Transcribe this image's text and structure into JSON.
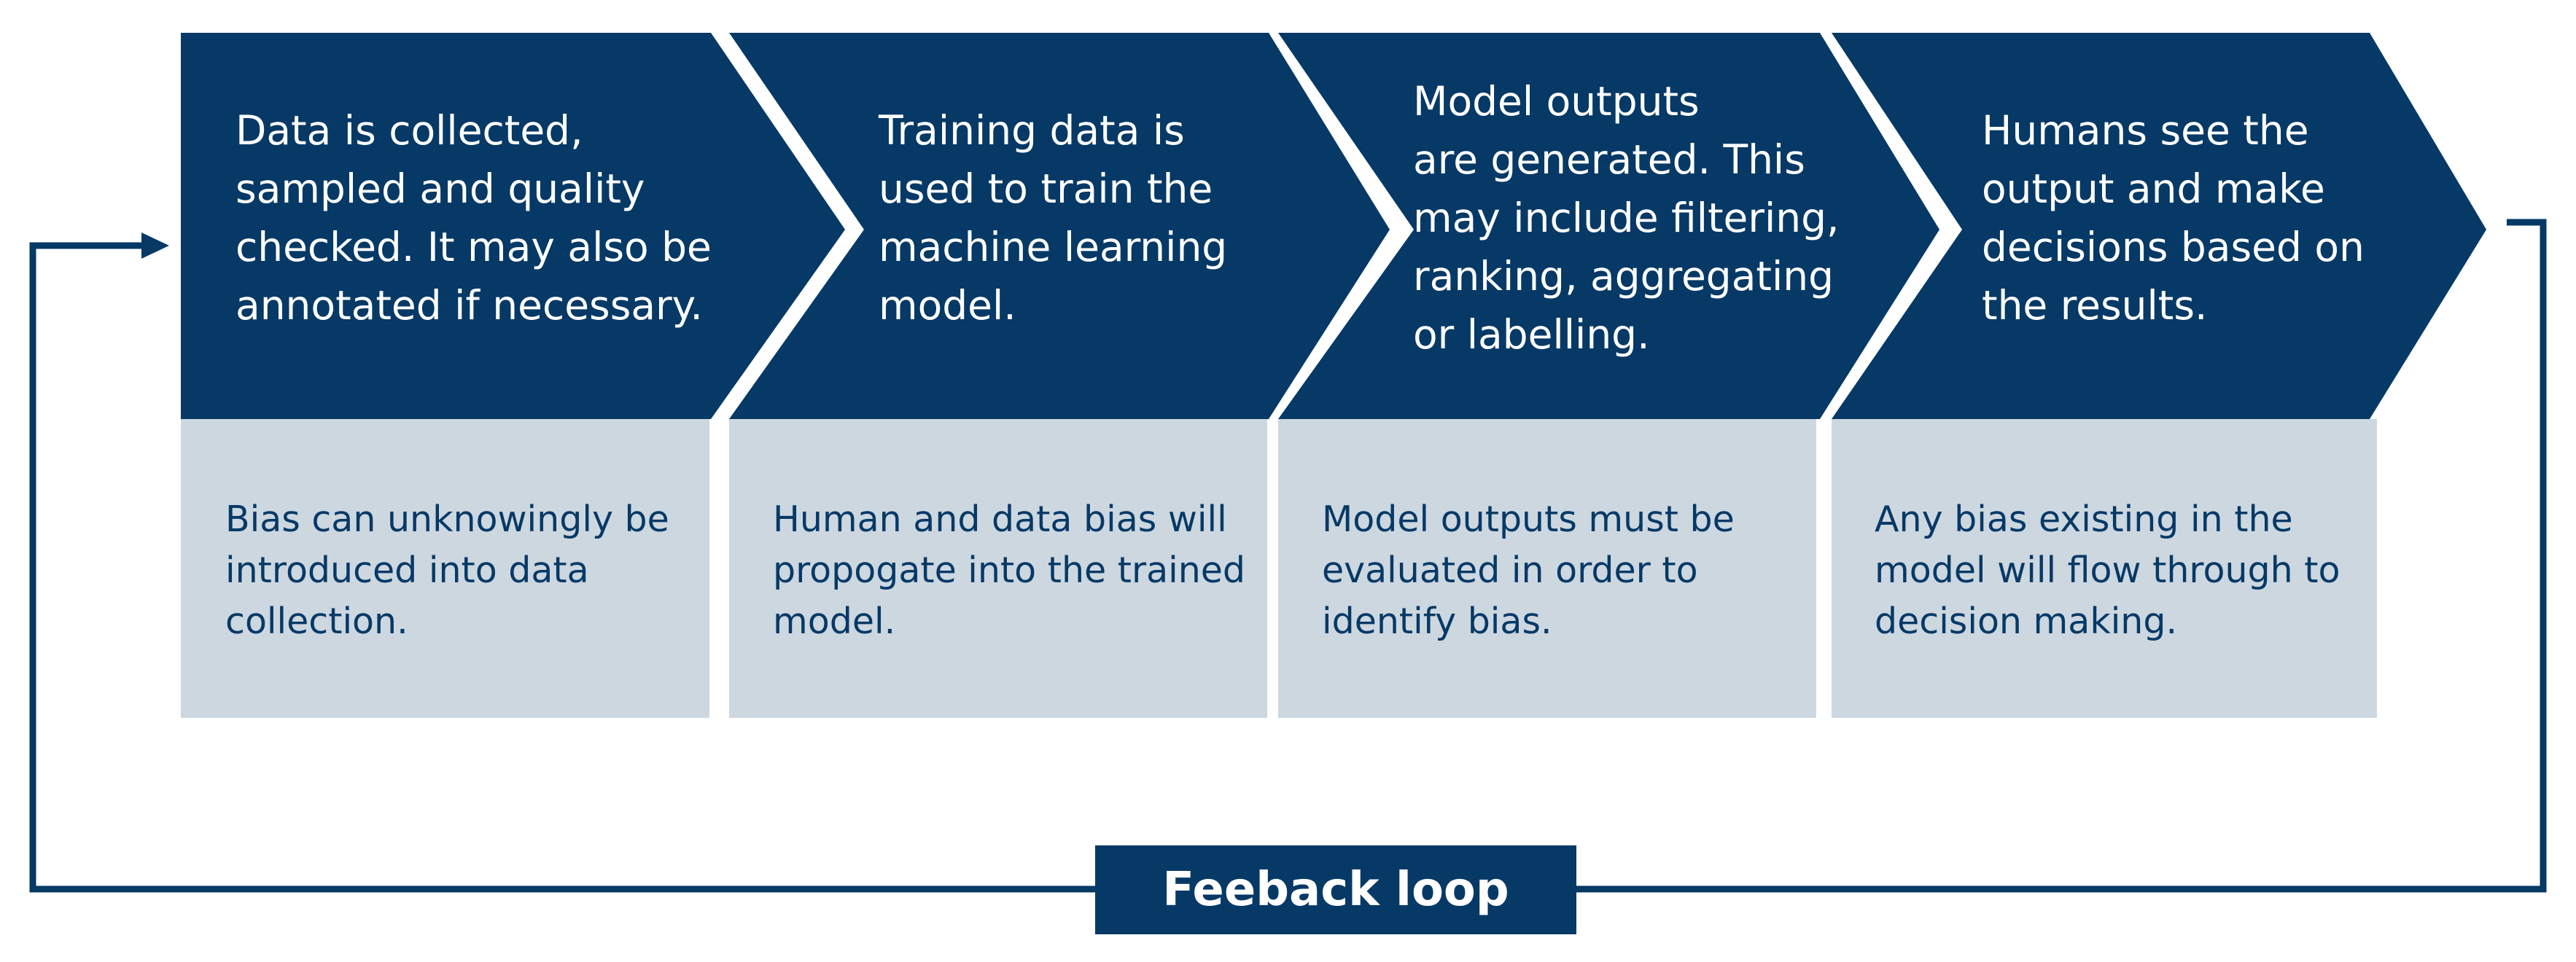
{
  "colors": {
    "stage_fill": "#063966",
    "bias_fill": "#CDD7E0",
    "stage_text": "#FFFFFF",
    "bias_text": "#063966",
    "loop_line": "#063966"
  },
  "stages": [
    {
      "text": "Data is collected,\nsampled and quality\nchecked. It may also be\nannotated if necessary.",
      "bias": "Bias can unknowingly be\nintroduced into data\ncollection."
    },
    {
      "text": "Training data is\nused to train the\nmachine learning\nmodel.",
      "bias": "Human and data bias will\npropogate into the trained\nmodel."
    },
    {
      "text": "Model outputs\nare generated. This\nmay include filtering,\nranking, aggregating\nor labelling.",
      "bias": "Model outputs must be\nevaluated in order to\nidentify bias."
    },
    {
      "text": "Humans see the\noutput and make\ndecisions based on\nthe results.",
      "bias": "Any bias existing in the\nmodel will flow through to\ndecision making."
    }
  ],
  "feedback": {
    "label": "Feeback loop",
    "arrow_icon": "arrow-right-icon"
  }
}
